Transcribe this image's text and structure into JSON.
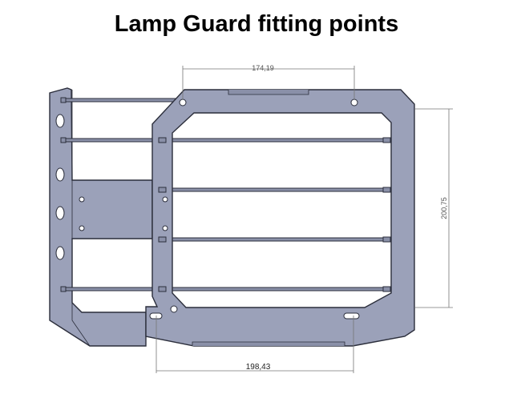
{
  "title": "Lamp Guard fitting points",
  "dimensions": {
    "top_width": "174,19",
    "right_height": "200,75",
    "bottom_width": "198,43"
  },
  "colors": {
    "plate": "#9ba1b9",
    "outline": "#2b2e3b",
    "dimension_line": "#777777"
  }
}
